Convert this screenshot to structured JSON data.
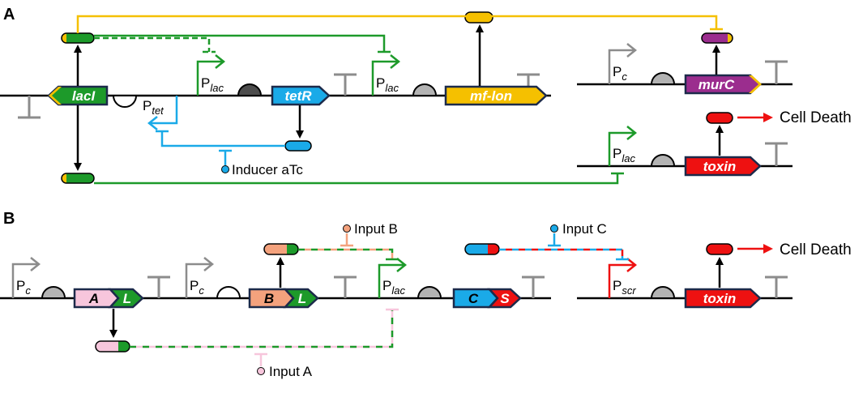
{
  "panels": {
    "a_label": "A",
    "b_label": "B"
  },
  "genes": {
    "lacI": "lacI",
    "tetR": "tetR",
    "mf_lon": "mf-lon",
    "murC": "murC",
    "toxin_a": "toxin",
    "A": "A",
    "A_L": "L",
    "B": "B",
    "B_L": "L",
    "C": "C",
    "C_S": "S",
    "toxin_b": "toxin"
  },
  "promoters": {
    "p_letter": "P",
    "lac": "lac",
    "tet": "tet",
    "c": "c",
    "scr": "scr"
  },
  "labels": {
    "inducer": "Inducer aTc",
    "cell_death": "Cell Death",
    "input_a": "Input A",
    "input_b": "Input B",
    "input_c": "Input C"
  },
  "colors": {
    "green": "#1d9a2a",
    "yellow": "#f5c000",
    "blue": "#1aaae8",
    "purple": "#9b2d8e",
    "red": "#ee1111",
    "pink": "#f7c6dc",
    "salmon": "#f4a27d",
    "grey": "#8c8c8c",
    "dark_grey": "#4d4d4d",
    "navy": "#1c2a4a"
  }
}
